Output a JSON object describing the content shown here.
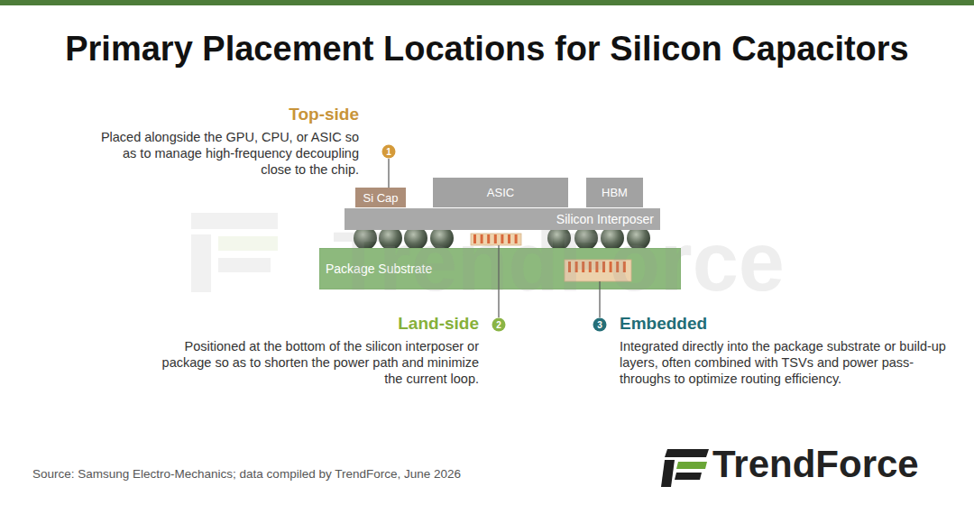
{
  "diagram": {
    "title": "Primary Placement Locations for Silicon Capacitors",
    "caption": "Source: Samsung Electro-Mechanics; data compiled by TrendForce, June 2026",
    "nodes": [
      {
        "text": [
          "1"
        ]
      },
      {
        "text": [
          "Si Cap"
        ]
      },
      {
        "text": [
          "ASIC"
        ]
      },
      {
        "text": [
          "HBM"
        ]
      },
      {
        "text": [
          "Silicon Interposer"
        ]
      },
      {
        "text": [
          "Package Substrate"
        ]
      },
      {
        "text": [
          "2"
        ]
      },
      {
        "text": [
          "3"
        ]
      }
    ],
    "edges": [
      {
        "from": 0,
        "to": 1,
        "arrow": "none"
      }
    ],
    "labels": [
      "Top-side",
      "Placed alongside the GPU, CPU, or ASIC so as to manage high-frequency decoupling close to the chip.",
      "Land-side",
      "Positioned at the bottom of the silicon interposer or package so as to shorten the power path and minimize the current loop.",
      "Embedded",
      "Integrated directly into the package substrate or build-up layers, often combined with TSVs and power pass-throughs to optimize routing efficiency.",
      "TrendForce",
      "TrendForce"
    ]
  }
}
